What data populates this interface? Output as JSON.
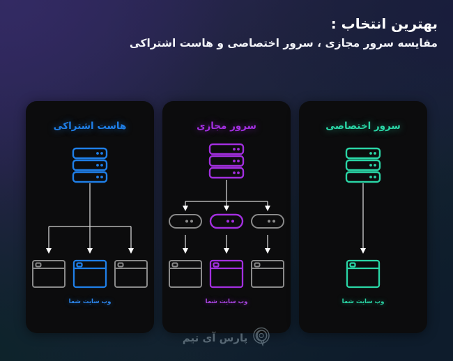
{
  "header": {
    "title": "بهترین انتخاب :",
    "subtitle": "مقایسه سرور مجازی ، سرور اختصاصی و هاست اشتراکی"
  },
  "colors": {
    "shared_accent": "#1f7fe8",
    "vps_accent": "#a32fe0",
    "dedicated_accent": "#2ad6a6",
    "neutral_line": "#8a8a8a",
    "arrow_line": "#d8d8d8",
    "card_bg": "#0c0c0d",
    "bg_top_left": "#2c2658",
    "bg_top_right": "#191d3c",
    "bg_bottom_left": "#0c2329",
    "bg_bottom_right": "#0e1c2c"
  },
  "cards": [
    {
      "id": "shared-hosting",
      "title": "هاست اشتراکی",
      "accent": "#1f7fe8",
      "server_icon": "server-stack-icon",
      "node_count": 0,
      "browser_count": 3,
      "highlighted_browser_index": 1,
      "website_label": "وب سایت شما"
    },
    {
      "id": "vps",
      "title": "سرور مجازی",
      "accent": "#a32fe0",
      "server_icon": "server-stack-icon",
      "node_count": 3,
      "highlighted_node_index": 1,
      "browser_count": 3,
      "highlighted_browser_index": 1,
      "website_label": "وب سایت شما"
    },
    {
      "id": "dedicated-server",
      "title": "سرور اختصاصی",
      "accent": "#2ad6a6",
      "server_icon": "server-stack-icon",
      "node_count": 0,
      "browser_count": 1,
      "highlighted_browser_index": 0,
      "website_label": "وب سایت شما"
    }
  ],
  "watermark": {
    "text": "پارس آی تیم",
    "icon": "spiral-location-logo-icon"
  }
}
